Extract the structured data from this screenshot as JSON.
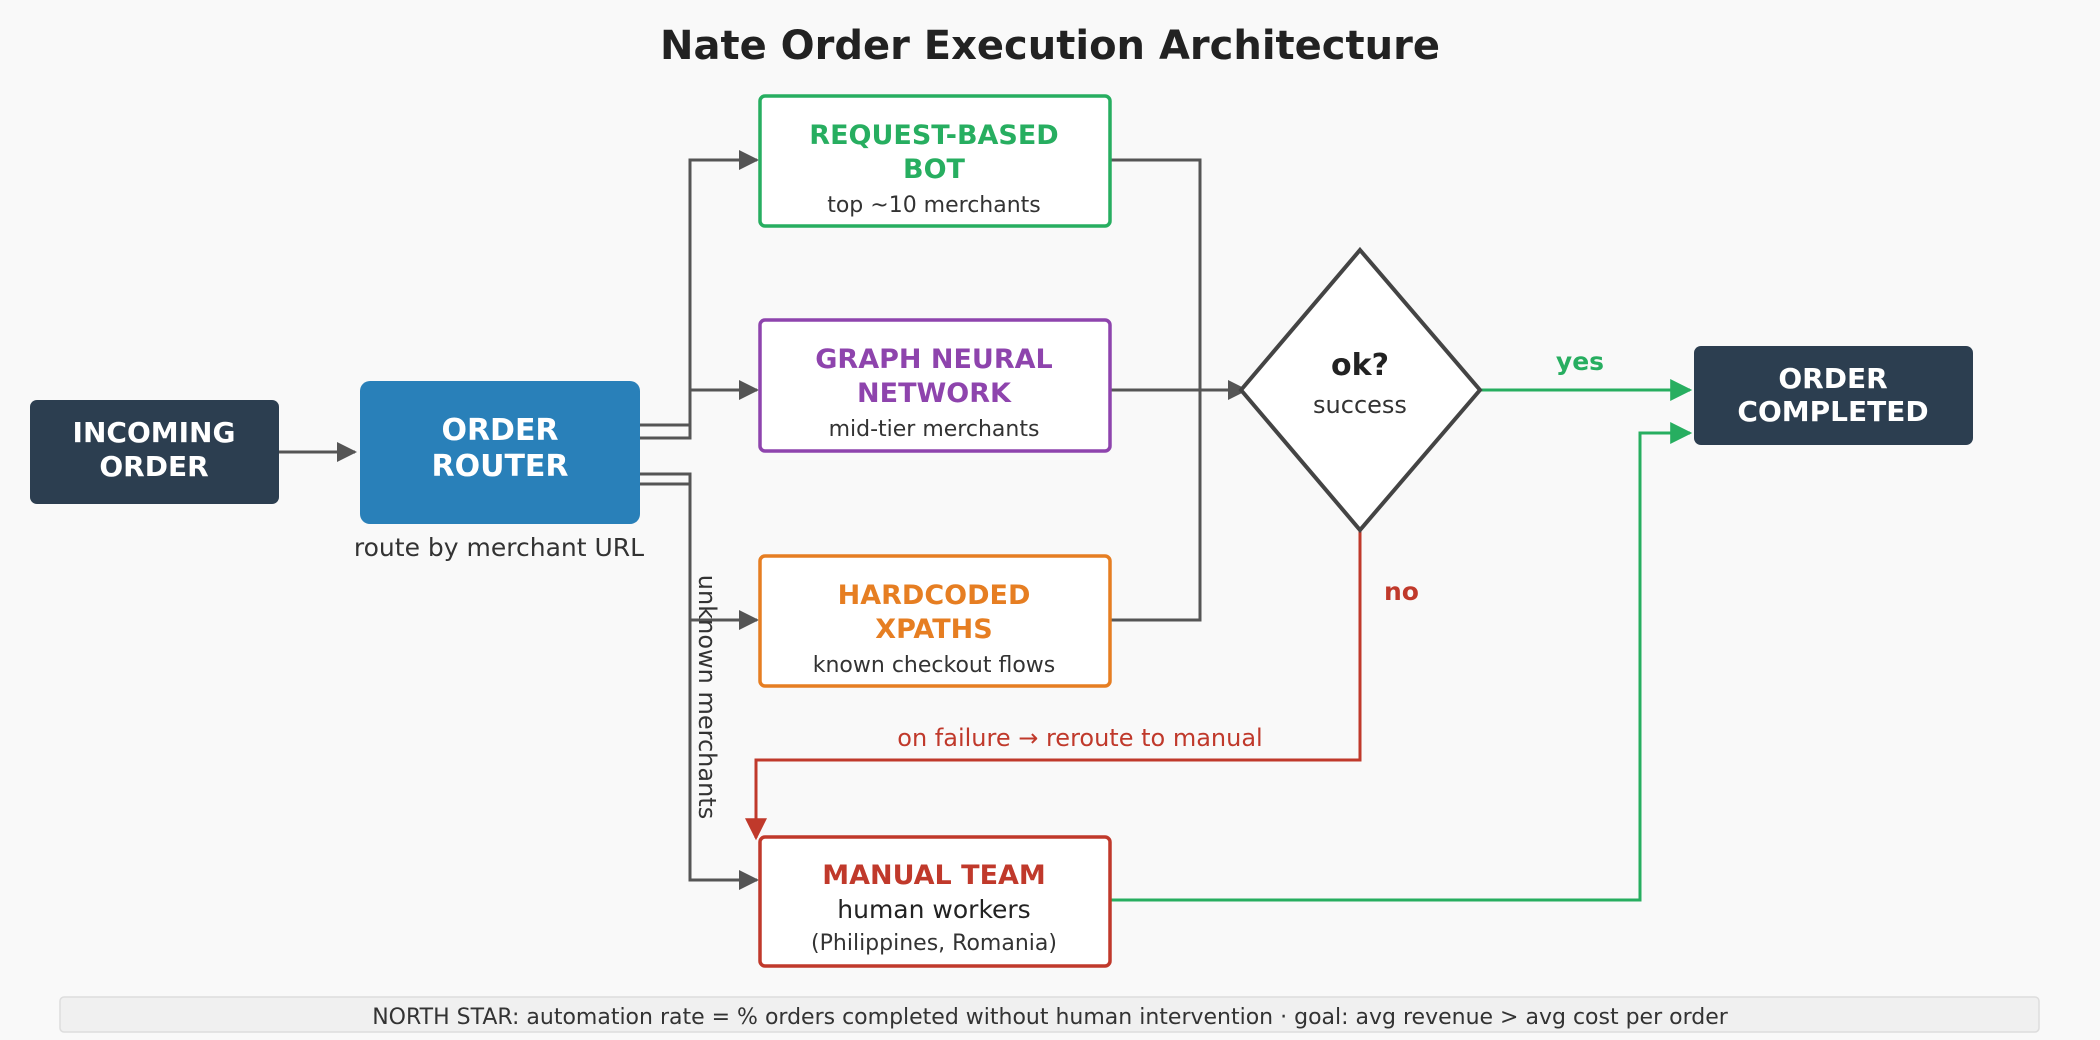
{
  "title": "Nate Order Execution Architecture",
  "nodes": {
    "incoming": {
      "line1": "INCOMING",
      "line2": "ORDER"
    },
    "router": {
      "line1": "ORDER",
      "line2": "ROUTER",
      "caption": "route by merchant URL"
    },
    "request_bot": {
      "line1": "REQUEST-BASED",
      "line2": "BOT",
      "subtitle": "top ~10 merchants",
      "color": "#27ae60"
    },
    "gnn": {
      "line1": "GRAPH NEURAL",
      "line2": "NETWORK",
      "subtitle": "mid-tier merchants",
      "color": "#8e44ad"
    },
    "xpaths": {
      "line1": "HARDCODED",
      "line2": "XPATHS",
      "subtitle": "known checkout flows",
      "color": "#e67e22"
    },
    "manual": {
      "title": "MANUAL TEAM",
      "subtitle": "human workers",
      "note": "(Philippines, Romania)",
      "color": "#c0392b"
    },
    "decision": {
      "question": "ok?",
      "subtitle": "success"
    },
    "completed": {
      "line1": "ORDER",
      "line2": "COMPLETED"
    }
  },
  "edges": {
    "yes_label": "yes",
    "no_label": "no",
    "failure_label": "on failure → reroute to manual",
    "unknown_label": "unknown merchants"
  },
  "footer": "NORTH STAR: automation rate = % orders completed without human intervention · goal: avg revenue > avg cost per order",
  "colors": {
    "dark_box": "#2c3e50",
    "router": "#2980b9",
    "success": "#27ae60",
    "failure": "#c0392b",
    "connector": "#555555"
  }
}
